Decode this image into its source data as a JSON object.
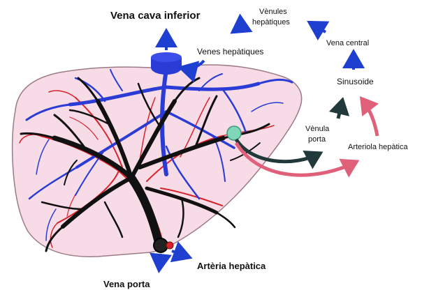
{
  "labels": {
    "vena_cava_inferior": "Vena cava inferior",
    "venes_hepatiques": "Venes hepàtiques",
    "venules_hepatiques_line1": "Vènules",
    "venules_hepatiques_line2": "hepàtiques",
    "vena_central": "Vena central",
    "sinusoide": "Sinusoide",
    "venula_porta_line1": "Vènula",
    "venula_porta_line2": "porta",
    "arteriola_hepatica": "Arteriola hepàtica",
    "arteria_hepatica": "Artèria hepàtica",
    "vena_porta": "Vena porta"
  },
  "colors": {
    "liver_fill": "#f7dbe6",
    "liver_outline": "#9c7a86",
    "hepatic_veins": "#2a3bd6",
    "portal_vein": "#111111",
    "hepatic_artery": "#d8232a",
    "arrow_blue": "#1f3fd0",
    "arrow_dark": "#21393a",
    "arrow_pink": "#e0607a",
    "lobule_marker": "#7fd6b8"
  }
}
